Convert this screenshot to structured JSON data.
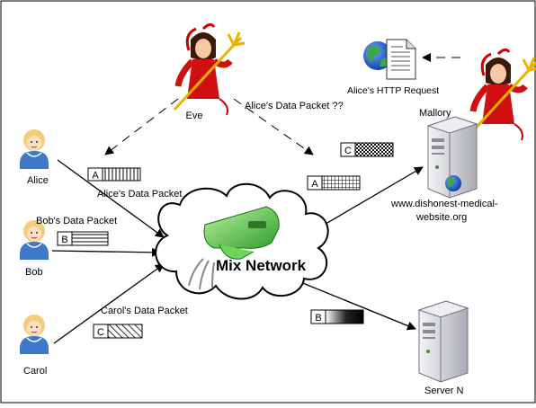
{
  "labels": {
    "eve": "Eve",
    "alice": "Alice",
    "bob": "Bob",
    "carol": "Carol",
    "mallory": "Mallory",
    "alice_http_request": "Alice's HTTP Request",
    "alice_packet_q": "Alice's Data Packet ??",
    "alice_packet": "Alice's Data Packet",
    "bob_packet": "Bob's Data Packet",
    "carol_packet": "Carol's Data Packet",
    "mix_network": "Mix Network",
    "server_url_1": "www.dishonest-medical-",
    "server_url_2": "website.org",
    "server_n": "Server N"
  },
  "packets": {
    "alice_in": "A",
    "bob_in": "B",
    "carol_in": "C",
    "c_out": "C",
    "a_out": "A",
    "b_out": "B"
  },
  "icons": [
    "devil-icon",
    "user-icon",
    "globe-icon",
    "document-icon",
    "server-icon",
    "mixer-icon",
    "cloud-icon"
  ]
}
